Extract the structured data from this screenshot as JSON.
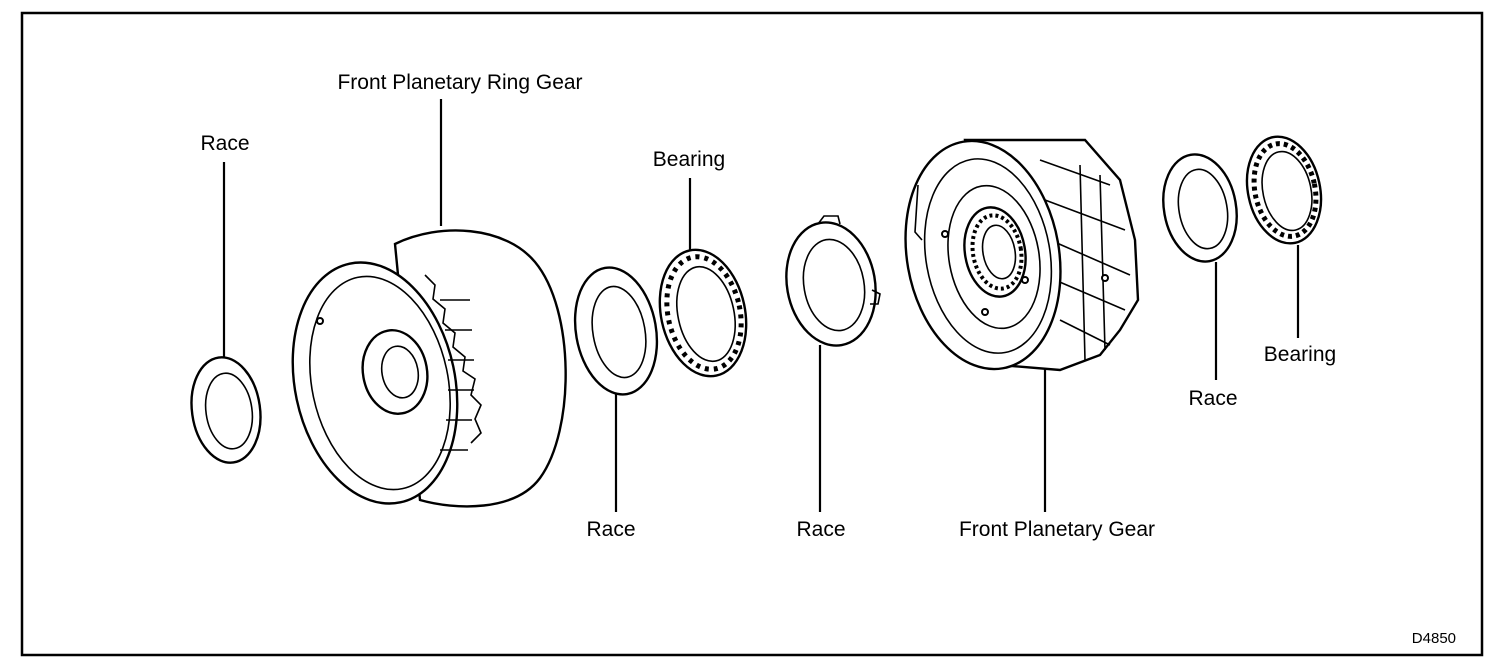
{
  "diagram": {
    "labels": {
      "front_ring_gear": "Front Planetary Ring Gear",
      "race_left": "Race",
      "bearing_mid": "Bearing",
      "race_mid": "Race",
      "race_center": "Race",
      "front_planetary_gear": "Front Planetary Gear",
      "race_right": "Race",
      "bearing_right": "Bearing"
    },
    "figure_code": "D4850"
  }
}
